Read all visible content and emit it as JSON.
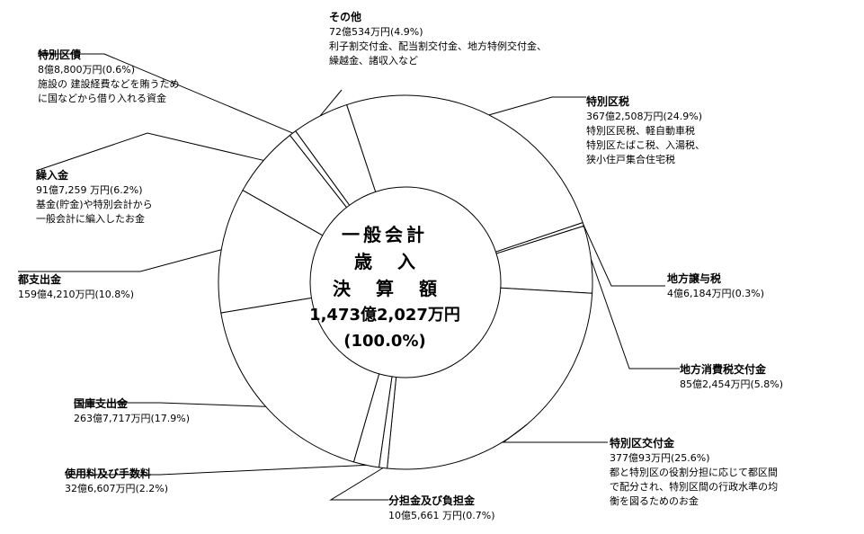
{
  "chart_data": {
    "type": "pie",
    "center_label": {
      "line1": "一般会計",
      "line2": "歳入",
      "line3": "決算額",
      "line4": "1,473億2,027万円",
      "line5": "(100.0%)"
    },
    "slices": [
      {
        "name": "特別区税",
        "amount": "367億2,508万円(24.9%)",
        "description": "特別区民税、軽自動車税\n特別区たばこ税、入湯税、\n狭小住戸集合住宅税",
        "value": 24.9
      },
      {
        "name": "地方譲与税",
        "amount": "4億6,184万円(0.3%)",
        "description": "",
        "value": 0.3
      },
      {
        "name": "地方消費税交付金",
        "amount": "85億2,454万円(5.8%)",
        "description": "",
        "value": 5.8
      },
      {
        "name": "特別区交付金",
        "amount": "377億93万円(25.6%)",
        "description": "都と特別区の役割分担に応じて都区間\nで配分され、特別区間の行政水準の均\n衡を図るためのお金",
        "value": 25.6
      },
      {
        "name": "分担金及び負担金",
        "amount": "10億5,661 万円(0.7%)",
        "description": "",
        "value": 0.7
      },
      {
        "name": "使用料及び手数料",
        "amount": "32億6,607万円(2.2%)",
        "description": "",
        "value": 2.2
      },
      {
        "name": "国庫支出金",
        "amount": "263億7,717万円(17.9%)",
        "description": "",
        "value": 17.9
      },
      {
        "name": "都支出金",
        "amount": "159億4,210万円(10.8%)",
        "description": "",
        "value": 10.8
      },
      {
        "name": "繰入金",
        "amount": "91億7,259 万円(6.2%)",
        "description": "基金(貯金)や特別会計から\n一般会計に編入したお金",
        "value": 6.2
      },
      {
        "name": "特別区債",
        "amount": "8億8,800万円(0.6%)",
        "description": "施設の 建設経費などを賄うため\nに国などから借り入れる資金",
        "value": 0.6
      },
      {
        "name": "その他",
        "amount": "72億534万円(4.9%)",
        "description": "利子割交付金、配当割交付金、地方特例交付金、\n繰越金、諸収入など",
        "value": 4.9
      }
    ]
  }
}
